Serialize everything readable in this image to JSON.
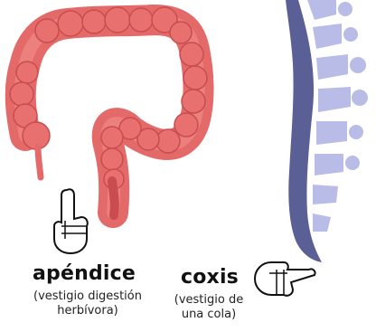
{
  "labels": {
    "appendix": {
      "title": "apéndice",
      "note_line1": "(vestigio digestión",
      "note_line2": "herbívora)"
    },
    "coccyx": {
      "title": "coxis",
      "note_line1": "(vestigio de",
      "note_line2": "una cola)"
    }
  },
  "icons": {
    "intestine": "large-intestine-icon",
    "spine": "spine-icon",
    "hand_up": "pointing-hand-up-icon",
    "hand_left": "pointing-hand-left-icon"
  },
  "colors": {
    "intestine_fill": "#e46a6a",
    "intestine_dark": "#c94c4e",
    "intestine_light": "#f08a86",
    "spine_body": "#5a6096",
    "vertebra": "#b9bce6",
    "ink": "#111111"
  }
}
